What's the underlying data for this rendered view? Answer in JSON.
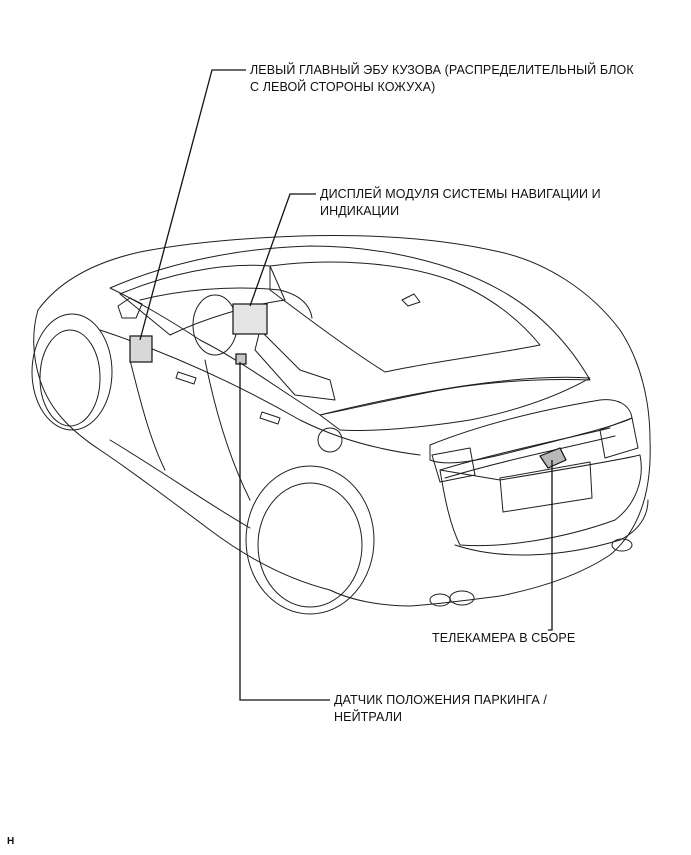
{
  "callouts": {
    "body_ecu": {
      "line1": "ЛЕВЫЙ ГЛАВНЫЙ ЭБУ КУЗОВА (РАСПРЕДЕЛИТЕЛЬНЫЙ БЛОК",
      "line2": "С ЛЕВОЙ СТОРОНЫ КОЖУХА)"
    },
    "display": {
      "line1": "ДИСПЛЕЙ МОДУЛЯ СИСТЕМЫ НАВИГАЦИИ И",
      "line2": "ИНДИКАЦИИ"
    },
    "camera": {
      "line1": "ТЕЛЕКАМЕРА В СБОРЕ"
    },
    "park_sensor": {
      "line1": "ДАТЧИК ПОЛОЖЕНИЯ ПАРКИНГА /",
      "line2": "НЕЙТРАЛИ"
    }
  },
  "figure_code": "H",
  "colors": {
    "line": "#1a1a1a",
    "background": "#ffffff"
  }
}
